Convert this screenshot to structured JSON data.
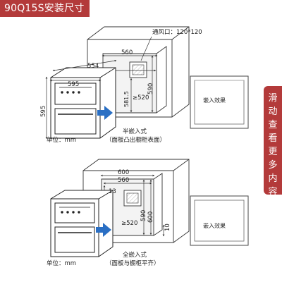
{
  "title": "90Q15S安装尺寸",
  "side_tab": {
    "label": "滑动查看更多内容"
  },
  "top": {
    "vent_label": "通风口：120*120",
    "cabinet_width": "560",
    "total_width": "554",
    "product_width": "595",
    "product_height": "595",
    "depth_label": "≥520",
    "opening_height": "581.5",
    "cabinet_height": "590",
    "inset_label": "嵌入效果",
    "caption_line1": "半嵌入式",
    "caption_line2": "（面板凸出橱柜表面）",
    "unit": "单位：mm"
  },
  "bottom": {
    "width_outer": "600",
    "width_inner": "560",
    "offset_label": "13",
    "depth_label": "≥520",
    "height_outer": "600",
    "height_inner": "590",
    "gap_label": "10",
    "inset_label": "嵌入效果",
    "caption_line1": "全嵌入式",
    "caption_line2": "（面板与橱柜平齐）",
    "unit": "单位：mm"
  },
  "colors": {
    "accent": "#b33a3a",
    "arrow_blue": "#2a6fc4",
    "line": "#333333"
  }
}
